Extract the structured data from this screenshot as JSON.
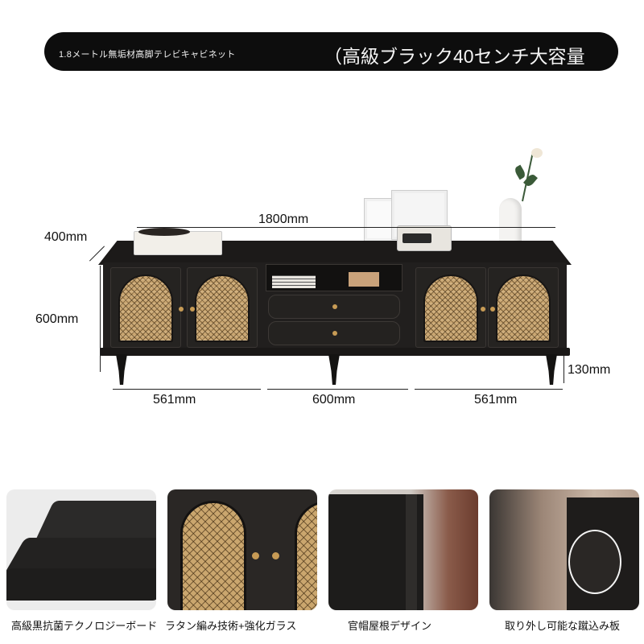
{
  "banner": {
    "small_text": "1.8メートル無垢材高脚テレビキャビネット",
    "large_text": "（高級ブラック40センチ大容量",
    "background_color": "#0d0d0d"
  },
  "dimensions": {
    "width": "1800mm",
    "depth": "400mm",
    "height": "600mm",
    "leg_height": "130mm",
    "left_section": "561mm",
    "middle_section": "600mm",
    "right_section": "561mm"
  },
  "features": [
    {
      "label": "高級黒抗菌テクノロジーボード"
    },
    {
      "label": "ラタン編み技術+強化ガラス"
    },
    {
      "label": "官帽屋根デザイン"
    },
    {
      "label": "取り外し可能な蹴込み板"
    }
  ],
  "colors": {
    "cabinet": "#211f1e",
    "rattan": "#c9a672",
    "knob": "#c79b55"
  }
}
